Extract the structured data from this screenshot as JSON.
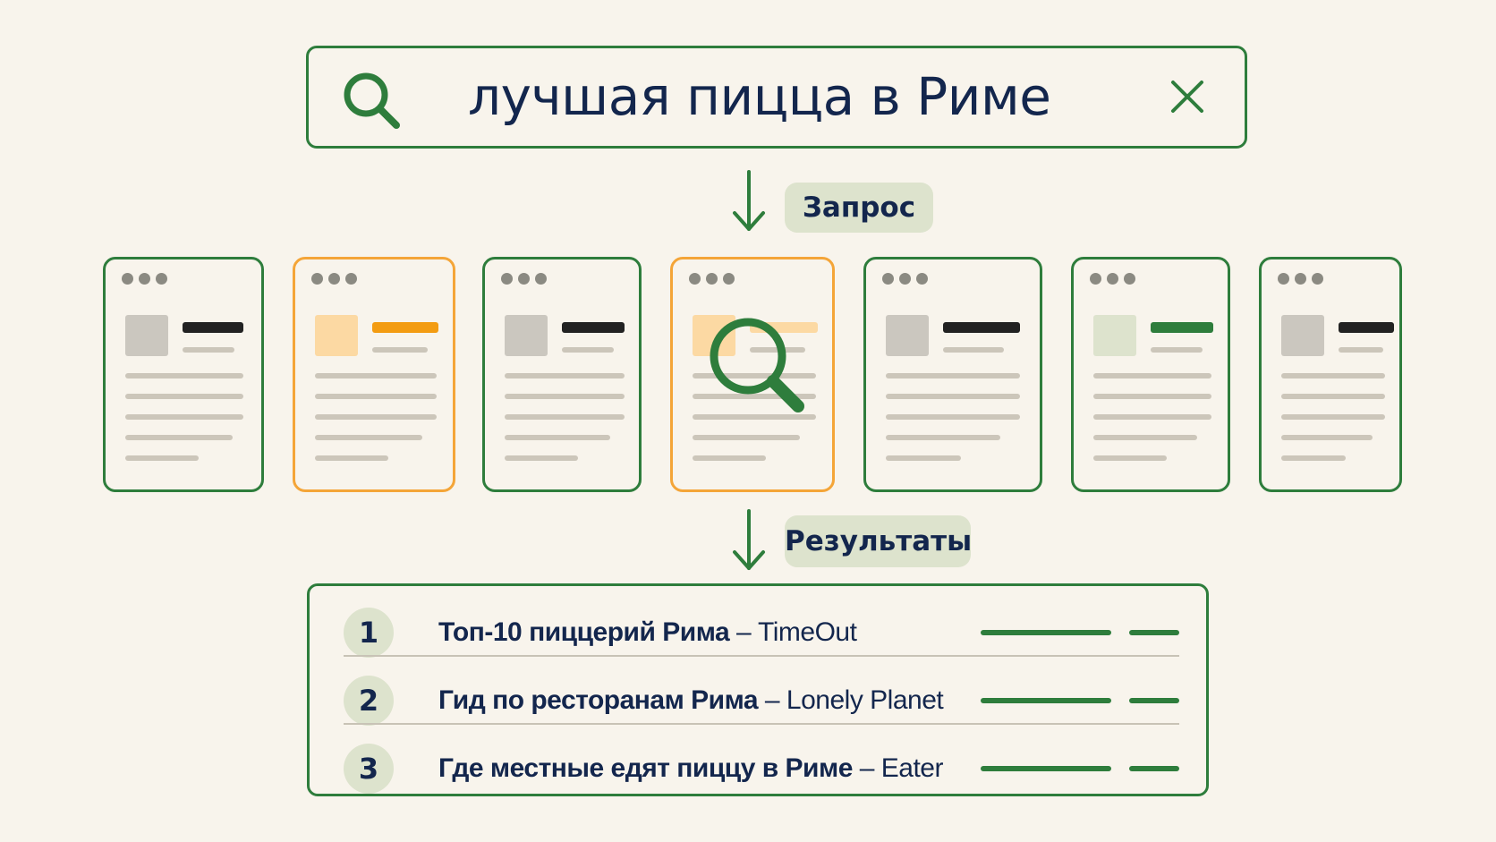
{
  "search": {
    "query": "лучшая пицца в Риме"
  },
  "steps": {
    "query_label": "Запрос",
    "results_label": "Результаты"
  },
  "pages": [
    {
      "style": "gray"
    },
    {
      "style": "orange"
    },
    {
      "style": "gray"
    },
    {
      "style": "orange-magnified"
    },
    {
      "style": "gray"
    },
    {
      "style": "green"
    },
    {
      "style": "gray"
    }
  ],
  "results": [
    {
      "rank": "1",
      "title": "Топ-10 пиццерий Рима",
      "separator": " – ",
      "source": "TimeOut"
    },
    {
      "rank": "2",
      "title": "Гид по ресторанам Рима",
      "separator": " – ",
      "source": "Lonely Planet"
    },
    {
      "rank": "3",
      "title": "Где местные едят пиццу в Риме",
      "separator": " – ",
      "source": "Eater"
    }
  ],
  "colors": {
    "accent_green": "#2e7d3c",
    "highlight_orange": "#f4a538",
    "text_navy": "#13264d",
    "background": "#f8f4ec",
    "badge_bg": "#dde3cd"
  }
}
